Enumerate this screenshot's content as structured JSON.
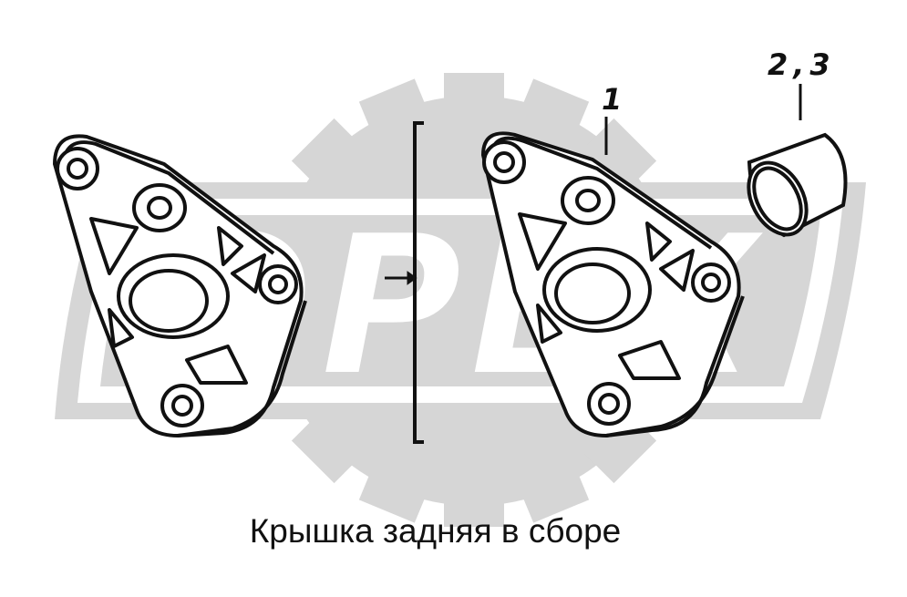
{
  "caption": "Крышка задняя в сборе",
  "callouts": {
    "part_1": "1",
    "parts_2_3": "2,3"
  },
  "watermark": {
    "text": "OPEX",
    "color": "#d4d4d4",
    "shape": "gear-icon"
  },
  "colors": {
    "ink": "#111111",
    "watermark": "#d4d4d4",
    "background": "#ffffff"
  }
}
